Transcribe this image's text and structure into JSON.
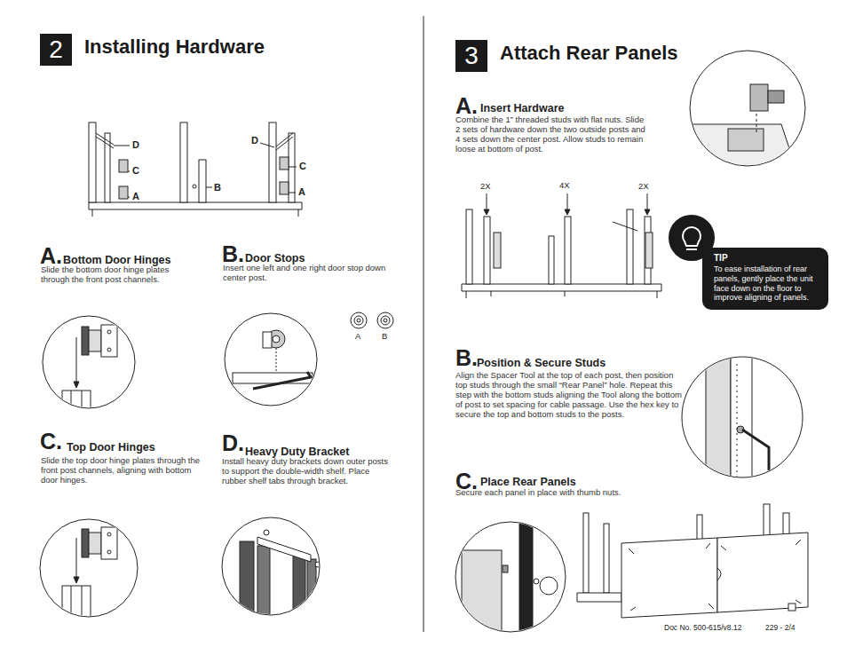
{
  "diagram": {
    "nodes": [
      {
        "text": [
          "2",
          "Installing Hardware"
        ]
      },
      {
        "text": [
          "3",
          "Attach Rear Panels"
        ]
      },
      {
        "text": [
          "TIP",
          "To ease installation of rear panels, gently place the unit face down on the floor to improve aligning of panels."
        ]
      }
    ],
    "labels": [
      "D",
      "C",
      "A",
      "B",
      "D",
      "C",
      "A",
      "A.",
      "Bottom Door Hinges",
      "Slide the bottom door hinge plates through the front post channels.",
      "B.",
      "Door Stops",
      "Insert one left and one right door stop down center post.",
      "A",
      "B",
      "C.",
      "Top Door Hinges",
      "Slide the top door hinge plates through the front post channels, aligning with bottom door hinges.",
      "D.",
      "Heavy Duty Bracket",
      "Install heavy duty brackets down outer posts to support the double-width shelf. Place rubber shelf tabs through bracket.",
      "A.",
      "Insert Hardware",
      "Combine the 1” threaded studs with flat nuts. Slide 2 sets of hardware down the two outside posts and 4 sets down the center post. Allow studs to remain loose at bottom of post.",
      "2X",
      "4X",
      "2X",
      "B.",
      "Position & Secure Studs",
      "Align the Spacer Tool at the top of each post, then position top studs through the small “Rear Panel” hole. Repeat this step with the bottom studs aligning the Tool along the bottom of post to set spacing for cable passage. Use the hex key to secure the top and bottom studs to the posts.",
      "C.",
      "Place Rear Panels",
      "Secure each panel in place with thumb nuts.",
      "Doc No. 500-615/v8.12",
      "229 - 2/4"
    ]
  }
}
